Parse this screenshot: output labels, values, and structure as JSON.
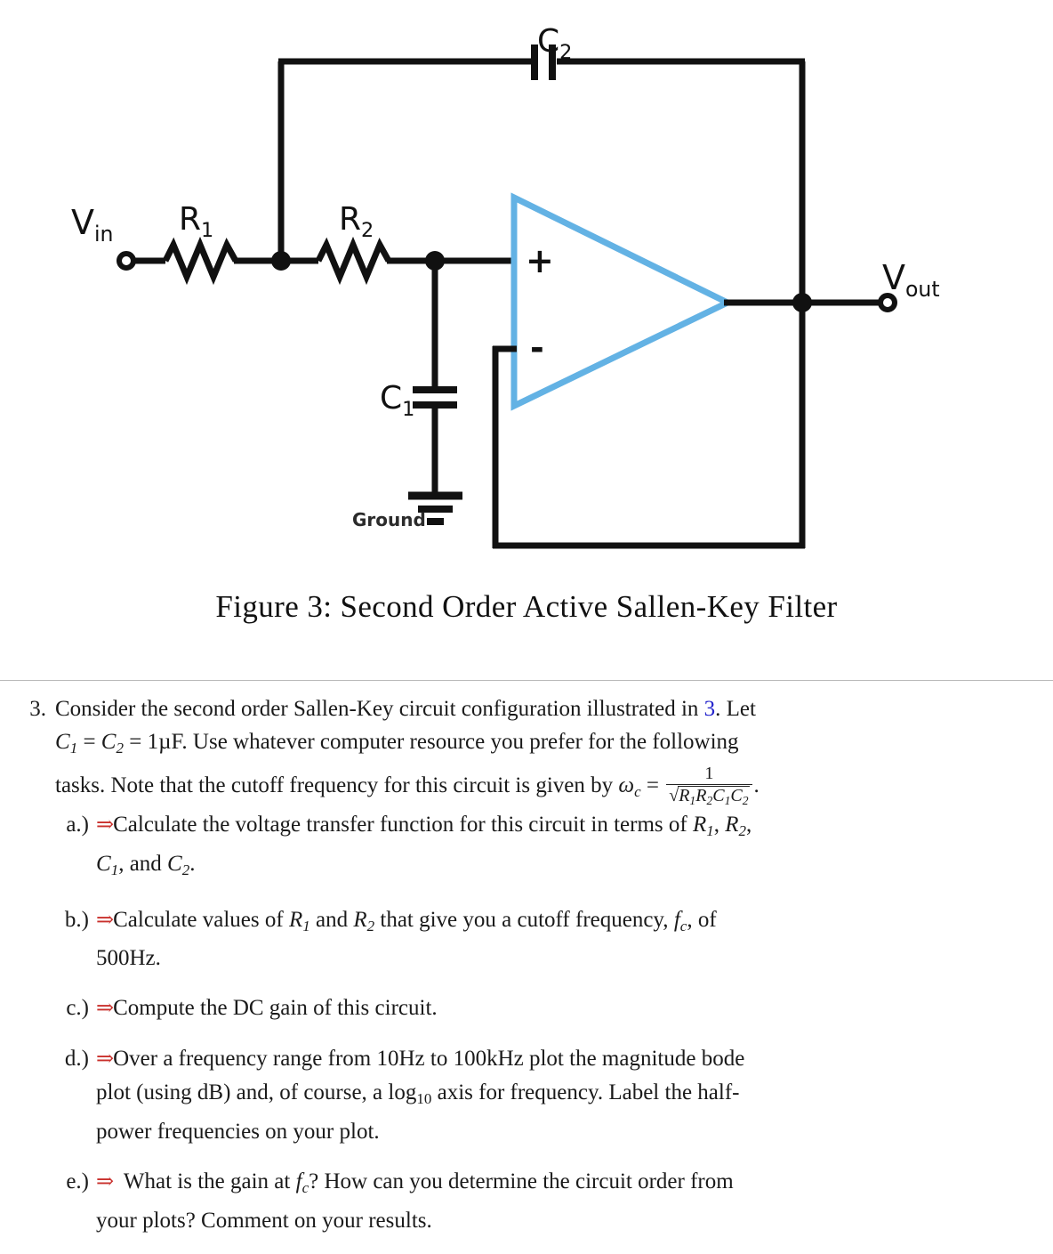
{
  "figure": {
    "caption": "Figure 3: Second Order Active Sallen-Key Filter",
    "labels": {
      "vin_main": "V",
      "vin_sub": "in",
      "vout_main": "V",
      "vout_sub": "out",
      "r1_main": "R",
      "r1_sub": "1",
      "r2_main": "R",
      "r2_sub": "2",
      "c1_main": "C",
      "c1_sub": "1",
      "c2_main": "C",
      "c2_sub": "2",
      "ground": "Ground",
      "opamp_plus": "+",
      "opamp_minus": "-"
    },
    "colors": {
      "opamp": "#63b2e4",
      "wire": "#111111",
      "ground_text": "#2b2b2b"
    }
  },
  "problem": {
    "number": "3.",
    "line1_a": "Consider the second order Sallen-Key circuit configuration illustrated in ",
    "line1_ref": "3",
    "line1_b": ".  Let",
    "c1": "C",
    "c1sub": "1",
    "eq1": " = ",
    "c2": "C",
    "c2sub": "2",
    "eq2": " = ",
    "value": "1µF.",
    "line2_rest": " Use whatever computer resource you prefer for the following",
    "line3_a": "tasks.  Note that the cutoff frequency for this circuit is given by ",
    "omega": "ω",
    "omega_sub": "c",
    "eq3": " = ",
    "frac_num": "1",
    "sqrt_sym": "√",
    "frac_den_R1": "R",
    "frac_den_R1s": "1",
    "frac_den_R2": "R",
    "frac_den_R2s": "2",
    "frac_den_C1": "C",
    "frac_den_C1s": "1",
    "frac_den_C2": "C",
    "frac_den_C2s": "2",
    "period": "."
  },
  "subitems": [
    {
      "label": "a.)",
      "arrow": "⇒",
      "text_a": "Calculate the voltage transfer function for this circuit in terms of ",
      "m1": "R",
      "m1s": "1",
      "text_b": ", ",
      "m2": "R",
      "m2s": "2",
      "text_c": ",",
      "line2_m1": "C",
      "line2_m1s": "1",
      "line2_mid": ", and ",
      "line2_m2": "C",
      "line2_m2s": "2",
      "line2_end": "."
    },
    {
      "label": "b.)",
      "arrow": "⇒",
      "text_a": "Calculate values of ",
      "m1": "R",
      "m1s": "1",
      "text_b": " and ",
      "m2": "R",
      "m2s": "2",
      "text_c": " that give you a cutoff frequency, ",
      "m3": "f",
      "m3s": "c",
      "text_d": ", of",
      "line2": "500Hz."
    },
    {
      "label": "c.)",
      "arrow": "⇒",
      "text_a": "Compute the DC gain of this circuit."
    },
    {
      "label": "d.)",
      "arrow": "⇒",
      "text_a": "Over a frequency range from 10Hz to 100kHz plot the magnitude bode",
      "line2_a": "plot (using dB) and, of course, a log",
      "line2_sub": "10",
      "line2_b": " axis for frequency.  Label the half-",
      "line3": "power frequencies on your plot."
    },
    {
      "label": "e.)",
      "arrow": "⇒",
      "text_a": " What is the gain at ",
      "m1": "f",
      "m1s": "c",
      "text_b": "?  How can you determine the circuit order from",
      "line2": "your plots?  Comment on your results."
    }
  ]
}
